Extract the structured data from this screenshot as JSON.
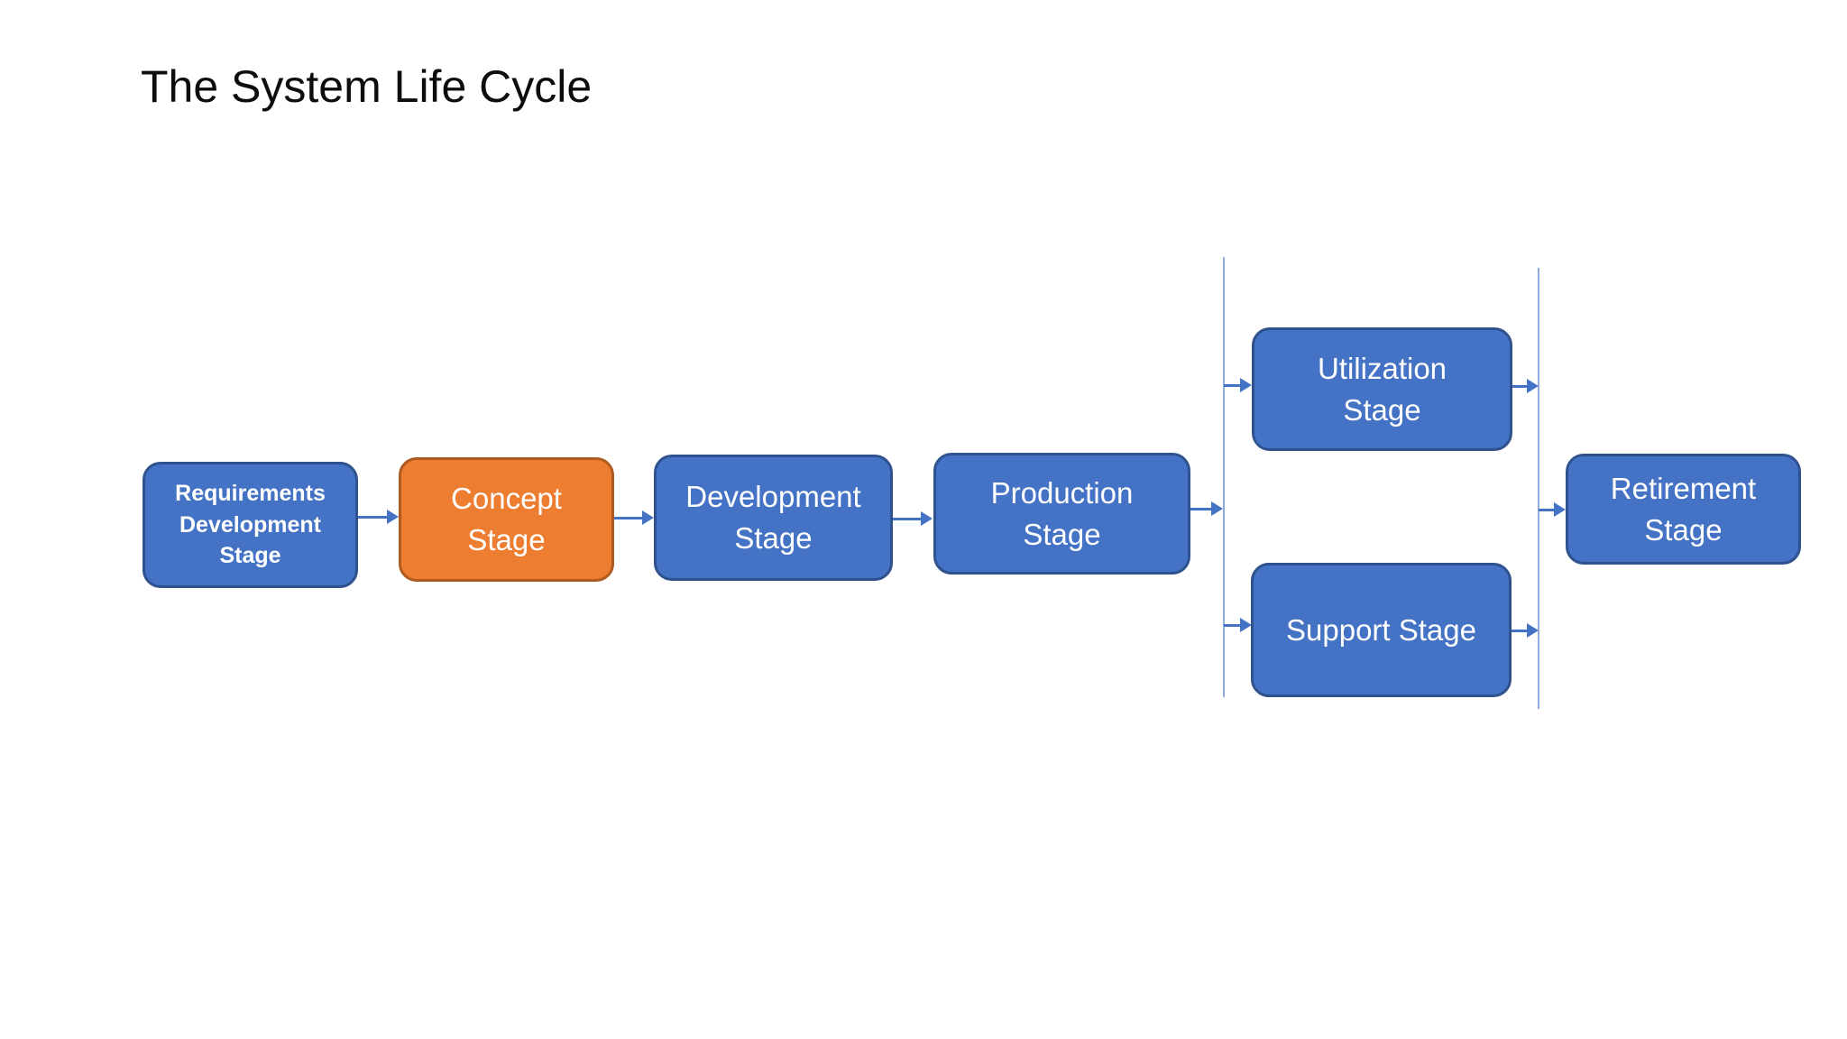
{
  "slide": {
    "title": "The System Life Cycle"
  },
  "nodes": {
    "requirements": {
      "label": "Requirements\nDevelopment\nStage",
      "fill": "blue"
    },
    "concept": {
      "label": "Concept\nStage",
      "fill": "orange"
    },
    "development": {
      "label": "Development\nStage",
      "fill": "blue"
    },
    "production": {
      "label": "Production\nStage",
      "fill": "blue"
    },
    "utilization": {
      "label": "Utilization\nStage",
      "fill": "blue"
    },
    "support": {
      "label": "Support Stage",
      "fill": "blue"
    },
    "retirement": {
      "label": "Retirement\nStage",
      "fill": "blue"
    }
  },
  "connections": [
    {
      "from": "requirements",
      "to": "concept"
    },
    {
      "from": "concept",
      "to": "development"
    },
    {
      "from": "development",
      "to": "production"
    },
    {
      "from": "production",
      "to": "split-line"
    },
    {
      "from": "split-line",
      "to": "utilization"
    },
    {
      "from": "split-line",
      "to": "support"
    },
    {
      "from": "utilization",
      "to": "merge-line"
    },
    {
      "from": "support",
      "to": "merge-line"
    },
    {
      "from": "merge-line",
      "to": "retirement"
    }
  ],
  "colors": {
    "background": "#FFFFFF",
    "title-text": "#0D0D0D",
    "node-text": "#FFFFFF",
    "node-blue": "#4472C4",
    "node-blue-border": "#2F528F",
    "node-orange": "#ED7D31",
    "node-orange-border": "#AE5A21",
    "connector": "#4472C4",
    "branch-line": "#8FAADC"
  }
}
